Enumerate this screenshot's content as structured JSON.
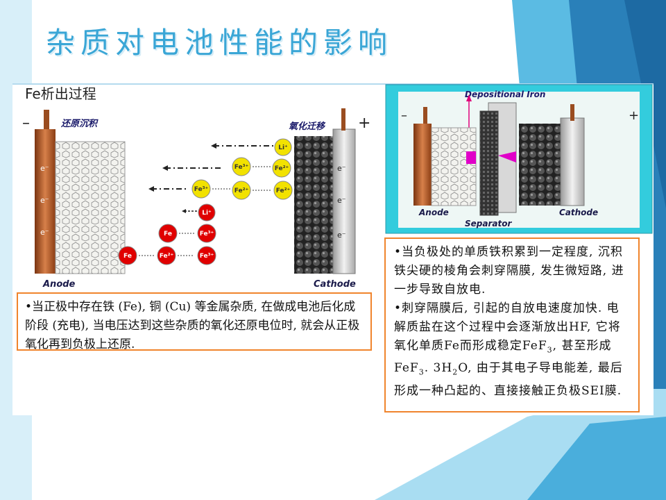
{
  "slide": {
    "title": "杂质对电池性能的影响"
  },
  "left_figure": {
    "heading": "Fe析出过程",
    "minus": "–",
    "plus": "+",
    "label_reduction": "还原沉积",
    "label_oxidation": "氧化迁移",
    "anode_label": "Anode",
    "cathode_label": "Cathode",
    "rows": [
      {
        "ions": [
          "Li⁺"
        ]
      },
      {
        "ions": [
          "Fe³⁺",
          "Fe²⁺"
        ]
      },
      {
        "ions": [
          "Fe³⁺",
          "Fe²⁺",
          "Fe²⁺"
        ]
      },
      {
        "ions": [
          "Li⁺"
        ]
      },
      {
        "ions": [
          "Fe",
          "Fe³⁺"
        ]
      },
      {
        "ions": [
          "Fe",
          "Fe²⁺",
          "Fe³⁺"
        ]
      }
    ],
    "electron": "e⁻",
    "description": "•当正极中存在铁 (Fe), 铜 (Cu) 等金属杂质, 在做成电池后化成阶段 (充电), 当电压达到这些杂质的氧化还原电位时, 就会从正极氧化再到负极上还原."
  },
  "right_figure": {
    "depositional_label": "Depositional Iron",
    "anode_label": "Anode",
    "separator_label": "Separator",
    "cathode_label": "Cathode",
    "minus": "–",
    "plus": "+",
    "para1": "•当负极处的单质铁积累到一定程度, 沉积铁尖硬的棱角会刺穿隔膜, 发生微短路, 进一步导致自放电.",
    "para2_a": "•刺穿隔膜后, 引起的自放电速度加快. 电解质盐在这个过程中会逐渐放出HF, 它将氧化单质Fe而形成稳定FeF",
    "para2_sub1": "3",
    "para2_b": ", 甚至形成FeF",
    "para2_sub2": "3",
    "para2_c": ". 3H",
    "para2_sub3": "2",
    "para2_d": "O, 由于其电子导电能差, 最后形成一种凸起的、直接接触正负极SEI膜."
  },
  "colors": {
    "title": "#3aa6d6",
    "box_border": "#f0842c",
    "cyan_panel": "#33ccdd",
    "ion_yellow": "#f2e200",
    "ion_red": "#e00000",
    "anode_copper": "#b35a28"
  }
}
